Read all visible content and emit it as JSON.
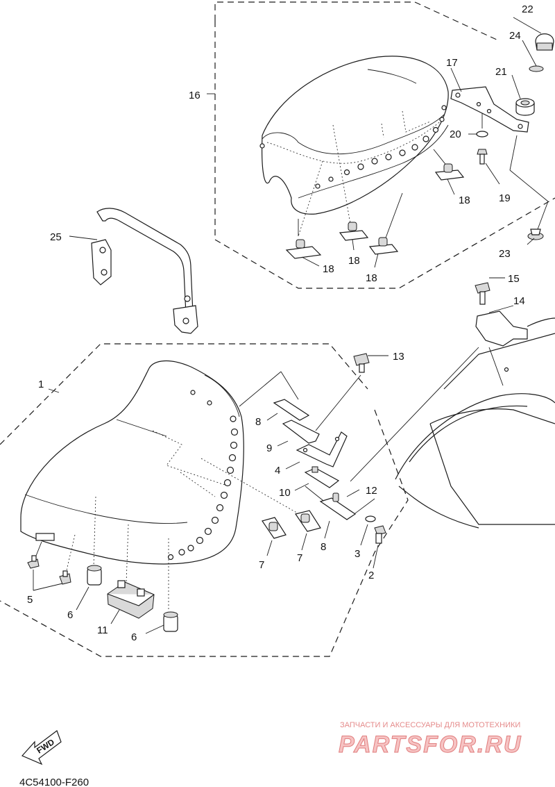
{
  "diagram": {
    "code": "4C54100-F260",
    "fwd_label": "FWD",
    "callouts": [
      {
        "id": "c1",
        "label": "1"
      },
      {
        "id": "c2",
        "label": "2"
      },
      {
        "id": "c3",
        "label": "3"
      },
      {
        "id": "c4",
        "label": "4"
      },
      {
        "id": "c5",
        "label": "5"
      },
      {
        "id": "c6a",
        "label": "6"
      },
      {
        "id": "c6b",
        "label": "6"
      },
      {
        "id": "c7a",
        "label": "7"
      },
      {
        "id": "c7b",
        "label": "7"
      },
      {
        "id": "c8a",
        "label": "8"
      },
      {
        "id": "c8b",
        "label": "8"
      },
      {
        "id": "c9",
        "label": "9"
      },
      {
        "id": "c10",
        "label": "10"
      },
      {
        "id": "c11",
        "label": "11"
      },
      {
        "id": "c12",
        "label": "12"
      },
      {
        "id": "c13",
        "label": "13"
      },
      {
        "id": "c14",
        "label": "14"
      },
      {
        "id": "c15",
        "label": "15"
      },
      {
        "id": "c16",
        "label": "16"
      },
      {
        "id": "c17",
        "label": "17"
      },
      {
        "id": "c18a",
        "label": "18"
      },
      {
        "id": "c18b",
        "label": "18"
      },
      {
        "id": "c18c",
        "label": "18"
      },
      {
        "id": "c18d",
        "label": "18"
      },
      {
        "id": "c19",
        "label": "19"
      },
      {
        "id": "c20",
        "label": "20"
      },
      {
        "id": "c21",
        "label": "21"
      },
      {
        "id": "c22",
        "label": "22"
      },
      {
        "id": "c23",
        "label": "23"
      },
      {
        "id": "c24",
        "label": "24"
      },
      {
        "id": "c25",
        "label": "25"
      }
    ]
  },
  "watermark": {
    "tagline": "ЗАПЧАСТИ И АКСЕССУАРЫ ДЛЯ МОТОТЕХНИКИ",
    "brand": "PARTSFOR.RU"
  }
}
